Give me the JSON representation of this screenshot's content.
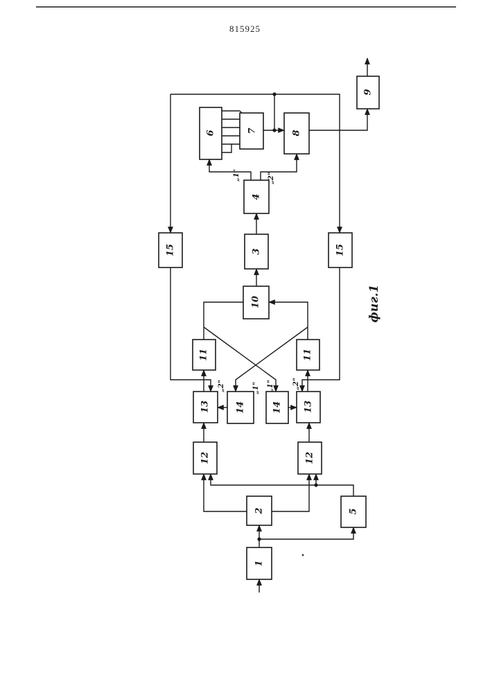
{
  "document": {
    "patent_number": "815925",
    "figure_caption": "фиг.1"
  },
  "blocks": {
    "b1": "1",
    "b2": "2",
    "b3": "3",
    "b4": "4",
    "b5": "5",
    "b6": "6",
    "b7": "7",
    "b8": "8",
    "b9": "9",
    "b10": "10",
    "b11": "11",
    "b12": "12",
    "b13": "13",
    "b14": "14",
    "b15": "15"
  },
  "port_marks": {
    "one": "„1\"",
    "two": "„2\""
  },
  "colors": {
    "ink": "#1a1a1a",
    "paper": "#ffffff"
  }
}
